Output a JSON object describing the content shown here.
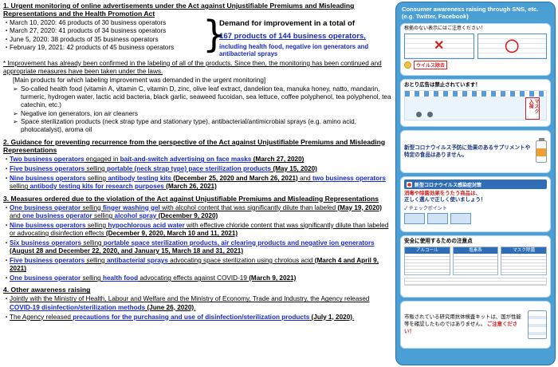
{
  "glyphs": {
    "bullet": "・",
    "arrow": "➢",
    "brace": "}"
  },
  "colors": {
    "accent_blue": "#1729c8",
    "panel_blue": "#4a9fd4",
    "header_blue": "#2f6db5",
    "alert_red": "#d42020"
  },
  "s1": {
    "heading": "1. Urgent monitoring of online advertisements under the Act against Unjustifiable Premiums and Misleading Representations and the Health Promotion Act",
    "bullets": [
      "March 10, 2020: 46 products of 30 business operators",
      "March 27, 2020: 41 products of 34 business operators",
      "June 5, 2020: 38 products of 35 business operators",
      "February 19, 2021: 42 products of 45 business operators"
    ],
    "demand": {
      "l1": "Demand for improvement in a total of",
      "l2": "167 products of 144 business operators,",
      "l3": "including health food, negative ion generators and antibacterial sprays"
    },
    "note": "* Improvement has already been confirmed in the labeling of all of the products. Since then, the monitoring has been continued and appropriate measures have been taken under the laws.",
    "mp_title": "[Main products for which labeling improvement was demanded in the urgent monitoring]",
    "mp": [
      "So-called health food (vitamin A, vitamin C, vitamin D, zinc, olive leaf extract, dandelion tea, manuka honey, natto, mandarin, turmeric, hydrogen water, lactic acid bacteria, black garlic, seaweed fucoidan, sea lettuce, coffee polyphenol, tea polyphenol, tea catechin, etc.)",
      "Negative ion generators, ion air cleaners",
      "Space sterilization products (neck strap type and stationary type), antibacterial/antimicrobial sprays (e.g. amino acid, photocatalyst), aroma oil"
    ]
  },
  "s2": {
    "heading": "2. Guidance for preventing recurrence from the perspective of the Act against Unjustifiable Premiums and Misleading Representations",
    "bullets": [
      [
        {
          "t": "Two business operators",
          "c": "em"
        },
        {
          "t": " engaged in ",
          "c": ""
        },
        {
          "t": "bait-and-switch advertising on face masks",
          "c": "em"
        },
        {
          "t": " ",
          "c": ""
        },
        {
          "t": "(March 27, 2020)",
          "c": "b"
        }
      ],
      [
        {
          "t": "Five business operators",
          "c": "em"
        },
        {
          "t": " selling ",
          "c": ""
        },
        {
          "t": "portable (neck strap type) pace sterilization products",
          "c": "em"
        },
        {
          "t": " ",
          "c": ""
        },
        {
          "t": "(May 15, 2020)",
          "c": "b"
        }
      ],
      [
        {
          "t": "Nine business operators",
          "c": "em"
        },
        {
          "t": " selling ",
          "c": ""
        },
        {
          "t": "antibody testing kits",
          "c": "em"
        },
        {
          "t": " ",
          "c": ""
        },
        {
          "t": "(December 25, 2020 and March 26, 2021)",
          "c": "b"
        },
        {
          "t": " and ",
          "c": ""
        },
        {
          "t": "two business operators",
          "c": "em"
        },
        {
          "t": " selling ",
          "c": ""
        },
        {
          "t": "antibody testing kits for research purposes",
          "c": "em"
        },
        {
          "t": " ",
          "c": ""
        },
        {
          "t": "(March 26, 2021)",
          "c": "b"
        }
      ]
    ]
  },
  "s3": {
    "heading": "3. Measures ordered due to the violation of the Act against Unjustifiable Premiums and Misleading Representations",
    "bullets": [
      [
        {
          "t": "One business operator",
          "c": "em"
        },
        {
          "t": " selling ",
          "c": ""
        },
        {
          "t": "finger washing gel",
          "c": "em"
        },
        {
          "t": " with alcohol content that was significantly dilute than labeled ",
          "c": ""
        },
        {
          "t": "(May 19, 2020)",
          "c": "b"
        },
        {
          "t": " and ",
          "c": ""
        },
        {
          "t": "one business operator",
          "c": "em"
        },
        {
          "t": " selling ",
          "c": ""
        },
        {
          "t": "alcohol spray",
          "c": "em"
        },
        {
          "t": " ",
          "c": ""
        },
        {
          "t": "(December 9, 2020)",
          "c": "b"
        }
      ],
      [
        {
          "t": "Nine business operators",
          "c": "em"
        },
        {
          "t": " selling ",
          "c": ""
        },
        {
          "t": "hypochlorous acid water",
          "c": "em"
        },
        {
          "t": " with effective chloride content that was significantly dilute than labeled or advocating disinfection effects ",
          "c": ""
        },
        {
          "t": "(December 9, 2020, March 10 and 11, 2021)",
          "c": "b"
        }
      ],
      [
        {
          "t": "Six business operators",
          "c": "em"
        },
        {
          "t": " selling ",
          "c": ""
        },
        {
          "t": "portable space sterilization products, air clearing products and negative ion generators",
          "c": "em"
        },
        {
          "t": " ",
          "c": ""
        },
        {
          "t": "(August 28 and December 22, 2020, and January 15, March 18 and 31, 2021)",
          "c": "b"
        }
      ],
      [
        {
          "t": "Five business operators",
          "c": "em"
        },
        {
          "t": " selling ",
          "c": ""
        },
        {
          "t": "antibacterial sprays",
          "c": "em"
        },
        {
          "t": " advocating space sterilization using chrolous acid ",
          "c": ""
        },
        {
          "t": "(March 4 and April 9, 2021)",
          "c": "b"
        }
      ],
      [
        {
          "t": "One business operator",
          "c": "em"
        },
        {
          "t": " selling ",
          "c": ""
        },
        {
          "t": "health food",
          "c": "em"
        },
        {
          "t": " advocating effects against COVID-19 ",
          "c": ""
        },
        {
          "t": "(March 9, 2021)",
          "c": "b"
        }
      ]
    ]
  },
  "s4": {
    "heading": "4. Other awareness raising",
    "bullets": [
      [
        {
          "t": "Jointly with the Ministry of Health, Labour and Welfare and the Ministry of Economy, Trade and Industry, the Agency released ",
          "c": ""
        },
        {
          "t": "COVID-19 disinfection/sterilization methods",
          "c": "em"
        },
        {
          "t": " ",
          "c": ""
        },
        {
          "t": "(June 26, 2020)",
          "c": "b"
        },
        {
          "t": ".",
          "c": ""
        }
      ],
      [
        {
          "t": "The Agency released ",
          "c": ""
        },
        {
          "t": "precautions for the purchasing and use of disinfection/sterilization products",
          "c": "em"
        },
        {
          "t": " ",
          "c": ""
        },
        {
          "t": "(July 1, 2020)",
          "c": "b"
        },
        {
          "t": ".",
          "c": ""
        }
      ]
    ]
  },
  "panel": {
    "header": "Consumer awareness raising through SNS, etc. (e.g. Twitter, Facebook)",
    "c1": {
      "caption": "根拠のない表示にはご注意ください！",
      "cross": "✕",
      "circle": "◯",
      "label": "ウイルス除去"
    },
    "c2": {
      "title": "おとり広告は禁止されています！",
      "sign": "マスク入荷"
    },
    "c3": {
      "text": "新型コロナウイルス予防に効果のあるサプリメントや特定の食品はありません。"
    },
    "c4": {
      "banner": "新型コロナウイルス感染症対策",
      "line1": "消毒や除菌効果をうたう商品は、",
      "line2": "正しく選んで正しく使いましょう！",
      "check": "✓ チェックポイント"
    },
    "c5": {
      "title": "安全に使用するための注意点",
      "cols": [
        "アルコール",
        "塩素系",
        "マスク除菌"
      ]
    },
    "c6": {
      "text": "市販されている研究用抗体検査キットは、国が性能等を確認したものではありません。",
      "warn": "ご注意ください！"
    }
  }
}
